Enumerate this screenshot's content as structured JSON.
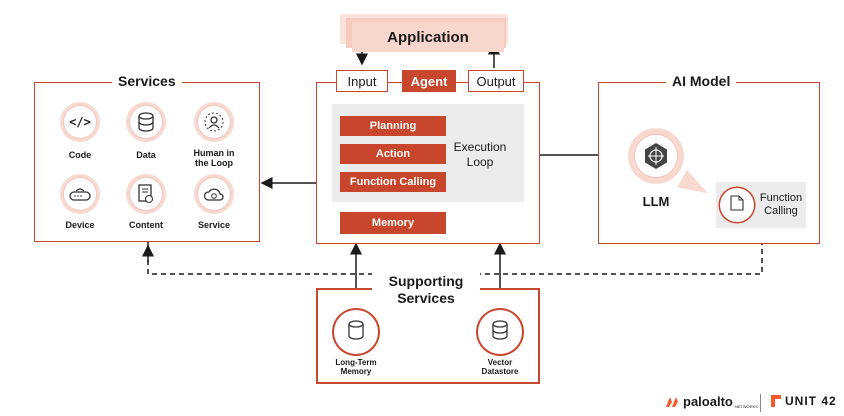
{
  "application": {
    "title": "Application"
  },
  "agent": {
    "input_label": "Input",
    "agent_label": "Agent",
    "output_label": "Output",
    "steps": [
      "Planning",
      "Action",
      "Function Calling"
    ],
    "execution_label_1": "Execution",
    "execution_label_2": "Loop",
    "memory_label": "Memory"
  },
  "services": {
    "title": "Services",
    "items": [
      {
        "label": "Code",
        "icon": "code-icon"
      },
      {
        "label": "Data",
        "icon": "database-icon"
      },
      {
        "label_1": "Human in",
        "label_2": "the Loop",
        "icon": "human-icon"
      },
      {
        "label": "Device",
        "icon": "device-icon"
      },
      {
        "label": "Content",
        "icon": "document-icon"
      },
      {
        "label": "Service",
        "icon": "cloud-gear-icon"
      }
    ]
  },
  "ai_model": {
    "title": "AI Model",
    "llm_label": "LLM",
    "function_calling_1": "Function",
    "function_calling_2": "Calling"
  },
  "supporting": {
    "title_1": "Supporting",
    "title_2": "Services",
    "long_term_1": "Long-Term",
    "long_term_2": "Memory",
    "vector_1": "Vector",
    "vector_2": "Datastore"
  },
  "footer": {
    "brand": "paloalto",
    "brand_sub": "NETWORKS",
    "unit": "UNIT 42"
  },
  "colors": {
    "accent": "#c8462c",
    "accent_light": "#f8d9d2",
    "grey_box": "#ececec"
  }
}
